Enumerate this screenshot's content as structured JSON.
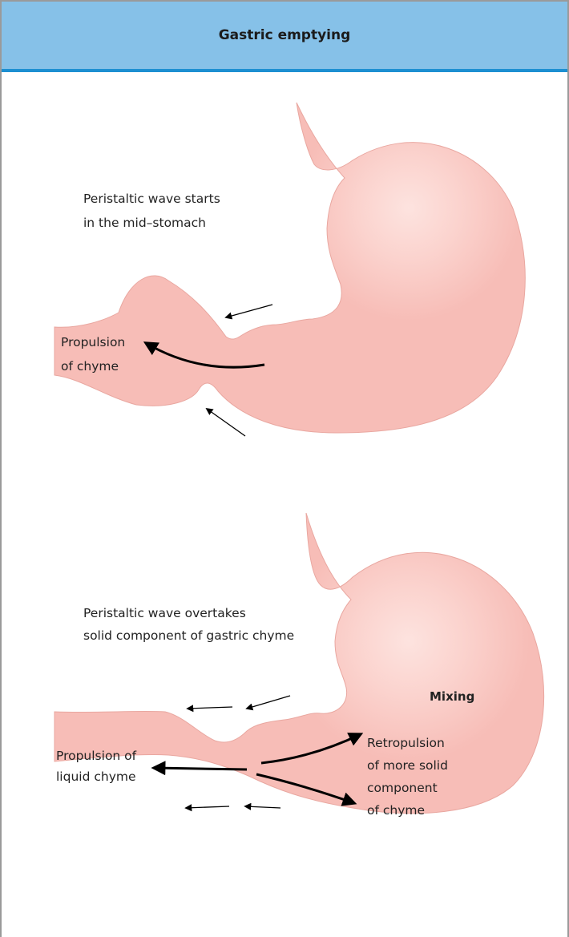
{
  "header": {
    "title": "Gastric emptying"
  },
  "panel1": {
    "caption_line1": "Peristaltic wave starts",
    "caption_line2": "in the mid–stomach",
    "propulsion_line1": "Propulsion",
    "propulsion_line2": "of chyme"
  },
  "panel2": {
    "caption_line1": "Peristaltic wave overtakes",
    "caption_line2": "solid component of gastric chyme",
    "mixing": "Mixing",
    "propulsion_line1": "Propulsion of",
    "propulsion_line2": "liquid chyme",
    "retro_line1": "Retropulsion",
    "retro_line2": "of more solid",
    "retro_line3": "component",
    "retro_line4": "of chyme"
  },
  "colors": {
    "header_bg": "#86c1e8",
    "header_rule": "#1d8fd1",
    "stomach_fill": "#f7bdb7",
    "stomach_highlight": "#fde3df",
    "stomach_edge": "#e9a7a0"
  }
}
